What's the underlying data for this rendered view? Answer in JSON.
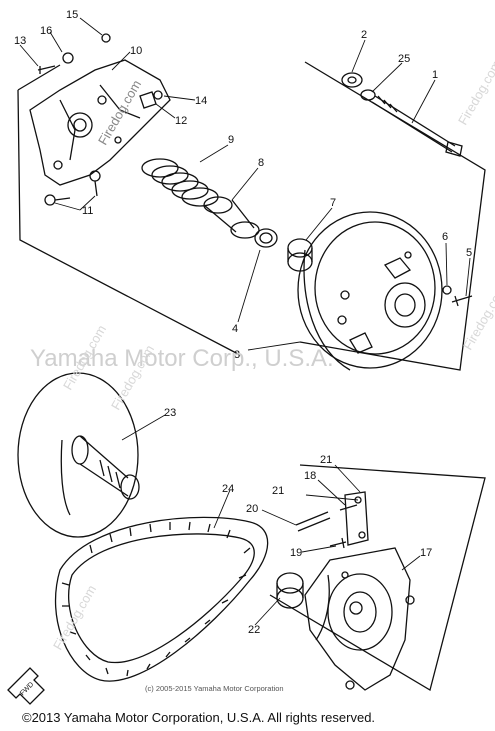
{
  "callouts": [
    "1",
    "2",
    "3",
    "4",
    "5",
    "6",
    "7",
    "8",
    "9",
    "10",
    "11",
    "12",
    "13",
    "14",
    "15",
    "16",
    "17",
    "18",
    "19",
    "20",
    "21",
    "21",
    "22",
    "23",
    "24",
    "25"
  ],
  "watermark": {
    "main": "Yamaha Motor Corp., U.S.A.",
    "copyright": "(c) 2005-2015 Yamaha Motor Corporation",
    "site": "Firedog.com"
  },
  "fwd_label": "FWD",
  "footer": "©2013 Yamaha Motor Corporation, U.S.A. All rights reserved."
}
